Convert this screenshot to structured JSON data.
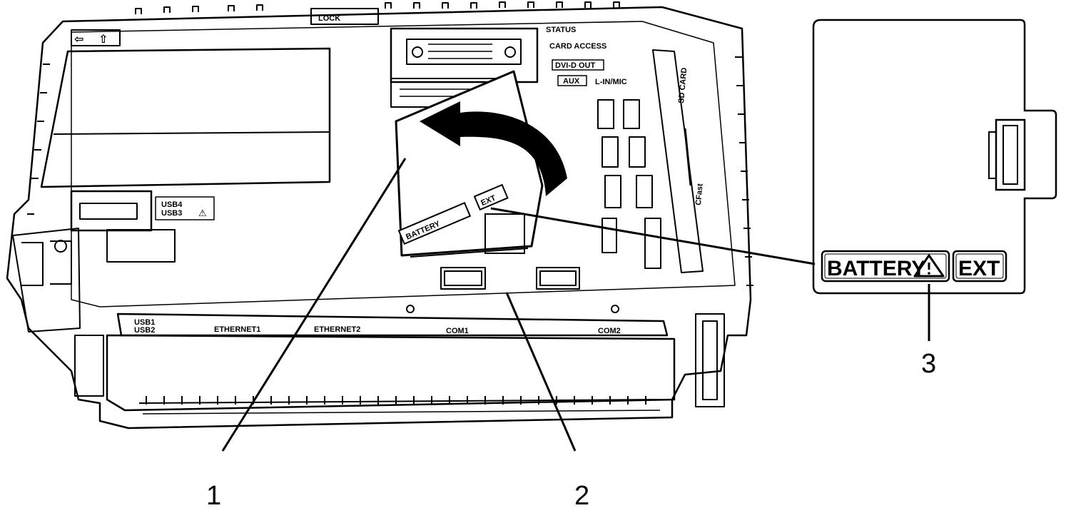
{
  "device": {
    "top_labels": {
      "lock": "LOCK",
      "status": "STATUS",
      "card_access": "CARD ACCESS",
      "dvi_d_out": "DVI-D OUT",
      "aux": "AUX",
      "l_in_mic": "L-IN/MIC",
      "sd_card": "SD CARD",
      "cfast": "CFast",
      "usb4": "USB4",
      "usb3": "USB3"
    },
    "cover_labels": {
      "battery": "BATTERY",
      "ext": "EXT"
    },
    "port_strip": {
      "usb1": "USB1",
      "usb2": "USB2",
      "ethernet1": "ETHERNET1",
      "ethernet2": "ETHERNET2",
      "com1": "COM1",
      "com2": "COM2"
    }
  },
  "detail_cover": {
    "battery_label": "BATTERY",
    "ext_label": "EXT",
    "warning_icon": "warning-triangle-icon"
  },
  "callouts": {
    "one": "1",
    "two": "2",
    "three": "3"
  },
  "colors": {
    "line": "#000000",
    "background": "#ffffff",
    "screen_panel": "#ffffff"
  }
}
